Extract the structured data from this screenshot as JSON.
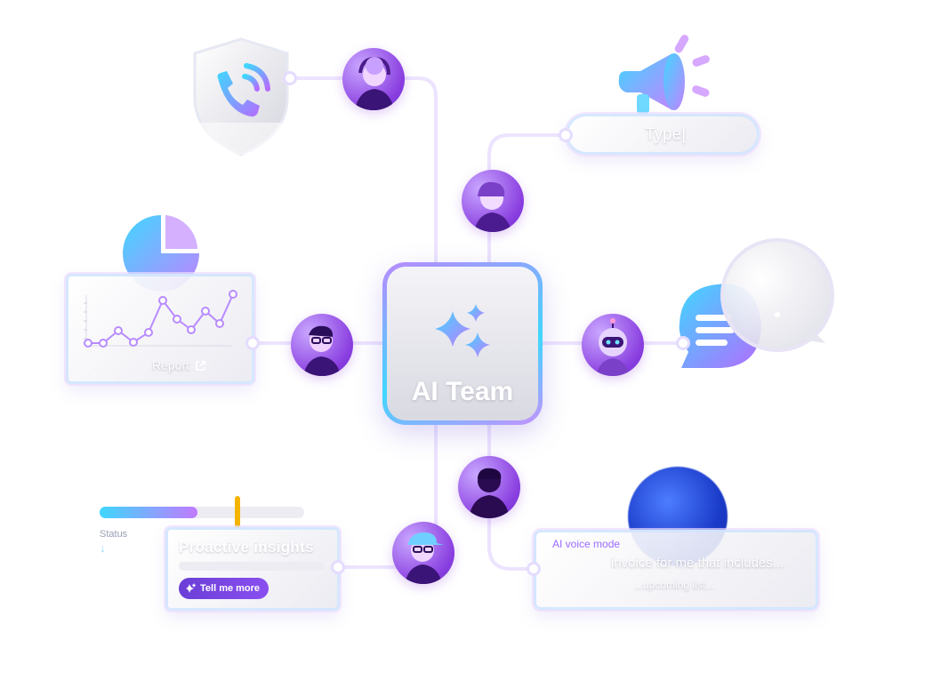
{
  "hub": {
    "label": "AI Team",
    "icon": "sparkles-icon"
  },
  "report_card": {
    "link_text": "Report"
  },
  "search_pill": {
    "text": "Type|"
  },
  "insights_card": {
    "title": "Proactive insights",
    "button_label": "Tell me more"
  },
  "status": {
    "label": "Status",
    "progress": 0.48
  },
  "voice_card": {
    "mode": "AI voice mode",
    "line1": "invoice for me that includes...",
    "line2": "...upcoming list..."
  },
  "icons": [
    "phone-shield-icon",
    "megaphone-icon",
    "pie-chart-icon",
    "chat-bubble-icon",
    "external-link-icon",
    "sparkles-icon"
  ],
  "colors": {
    "accent_purple": "#8a3fe0",
    "accent_cyan": "#3fd7ff",
    "button_purple": "#6a3fd6",
    "progress_marker": "#f5b400"
  }
}
